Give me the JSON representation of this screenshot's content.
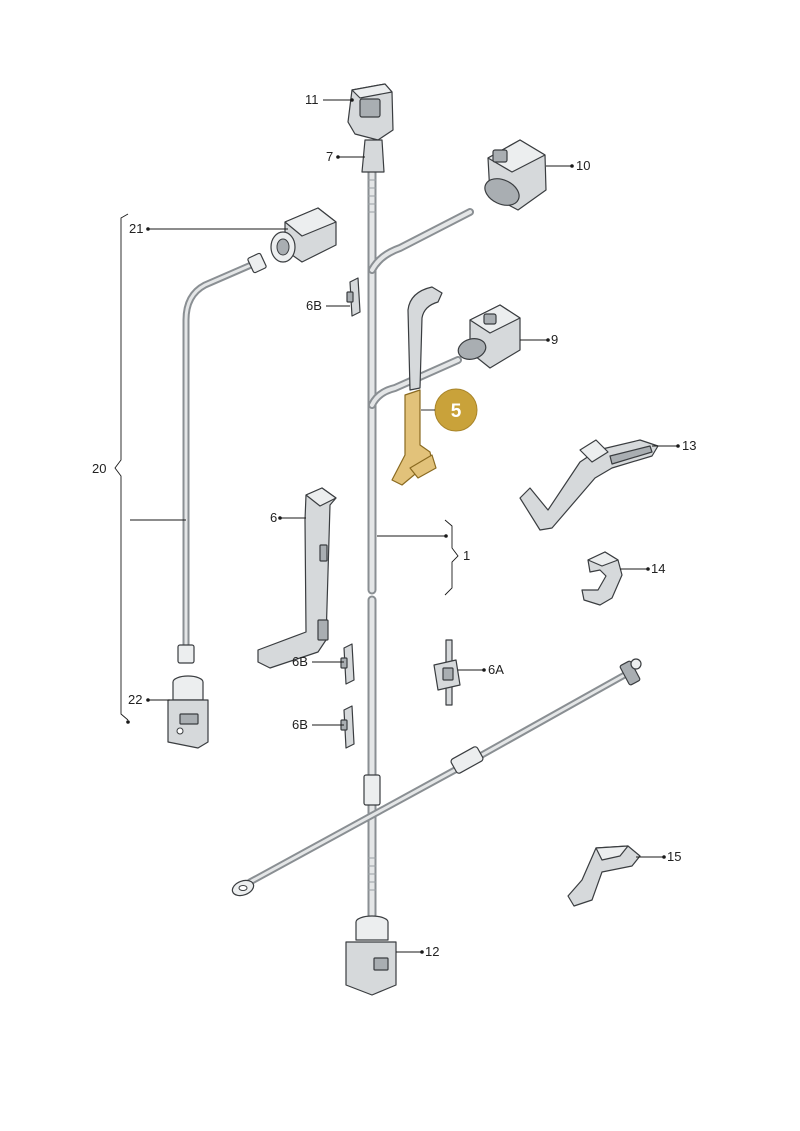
{
  "colors": {
    "highlight": "#e2c27a",
    "badge": "#c9a23a",
    "part": "#d6d9db"
  },
  "callouts": {
    "c1": "1",
    "c5": "5",
    "c6": "6",
    "c6a": "6A",
    "c6b_top": "6B",
    "c6b_mid": "6B",
    "c6b_low": "6B",
    "c7": "7",
    "c9": "9",
    "c10": "10",
    "c11": "11",
    "c12": "12",
    "c13": "13",
    "c14": "14",
    "c15": "15",
    "c20": "20",
    "c21": "21",
    "c22": "22"
  },
  "highlighted_part": "5"
}
